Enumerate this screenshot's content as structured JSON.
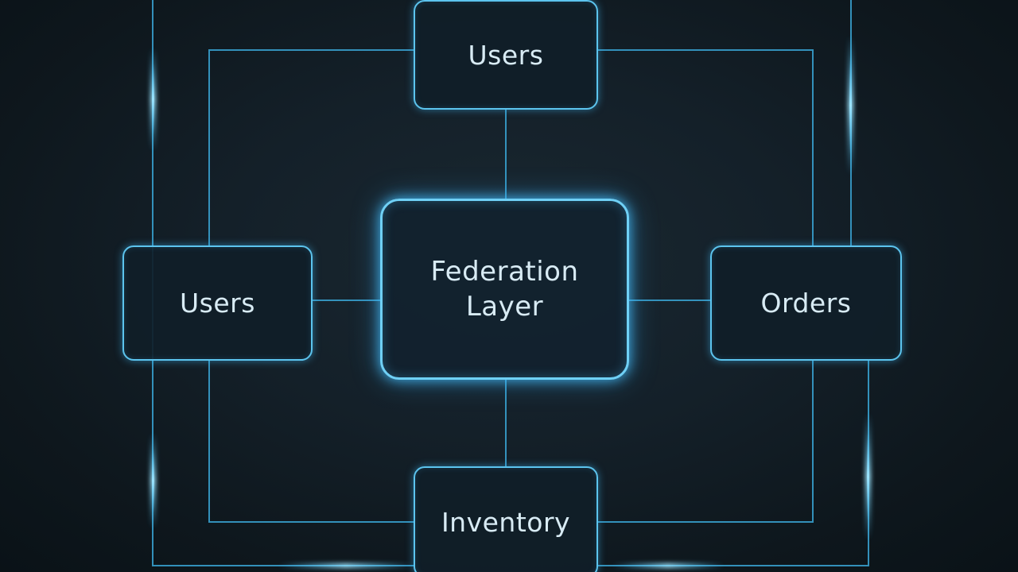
{
  "diagram": {
    "center_node": {
      "line1": "Federation",
      "line2": "Layer"
    },
    "nodes": {
      "top": "Users",
      "left": "Users",
      "right": "Orders",
      "bottom": "Inventory"
    }
  },
  "colors": {
    "background": "#0d171e",
    "line": "#3aa6d6",
    "glow": "#4cc8ff",
    "text": "#d8ebf4"
  }
}
